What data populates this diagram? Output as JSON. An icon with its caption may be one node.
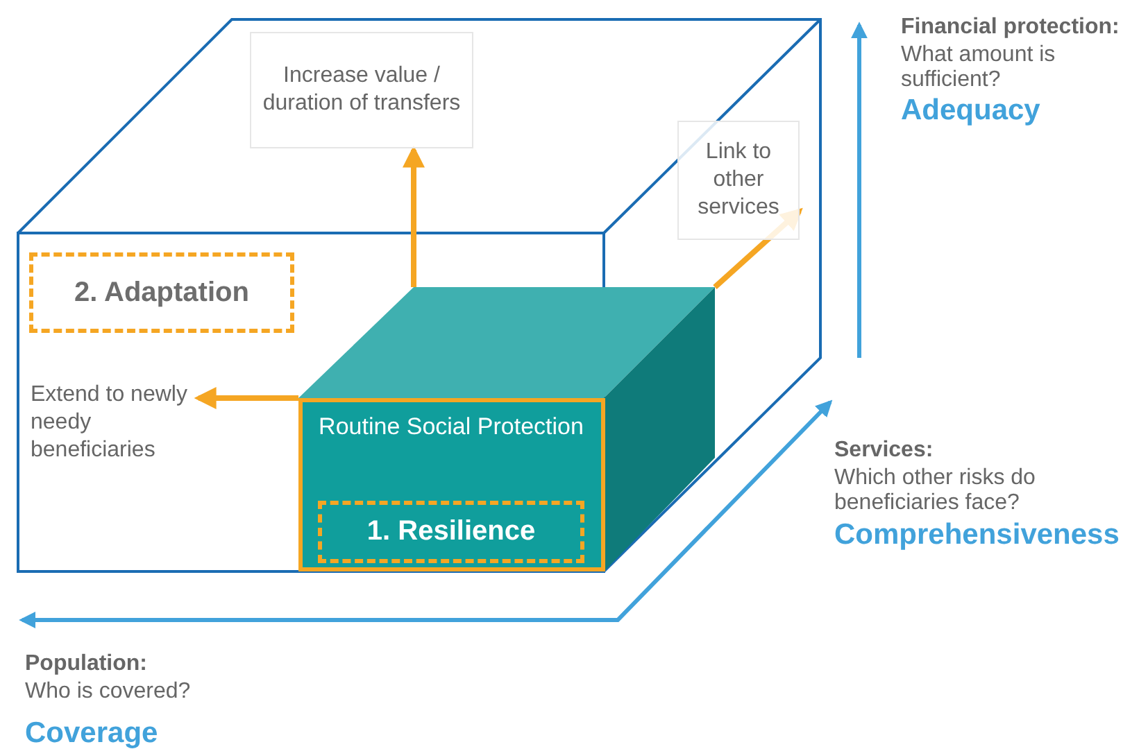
{
  "diagram": {
    "nodes": [
      {
        "text": [
          "Routine Social Protection"
        ]
      },
      {
        "text": [
          "1. Resilience"
        ],
        "in": 0
      },
      {
        "text": [
          "2. Adaptation"
        ]
      },
      {
        "text": [
          "Increase value / duration of transfers"
        ]
      },
      {
        "text": [
          "Link to other services"
        ]
      },
      {
        "text": [
          "Extend to newly needy beneficiaries"
        ]
      }
    ],
    "edges": [
      {
        "from": 0,
        "to": 3,
        "arrow": "to"
      },
      {
        "from": 0,
        "to": 4,
        "arrow": "to"
      },
      {
        "from": 0,
        "to": 5,
        "arrow": "to"
      }
    ],
    "labels": [
      "Financial protection:",
      "What amount is sufficient?",
      "Adequacy",
      "Services:",
      "Which other risks do beneficiaries face?",
      "Comprehensiveness",
      "Population:",
      "Who is covered?",
      "Coverage"
    ]
  }
}
